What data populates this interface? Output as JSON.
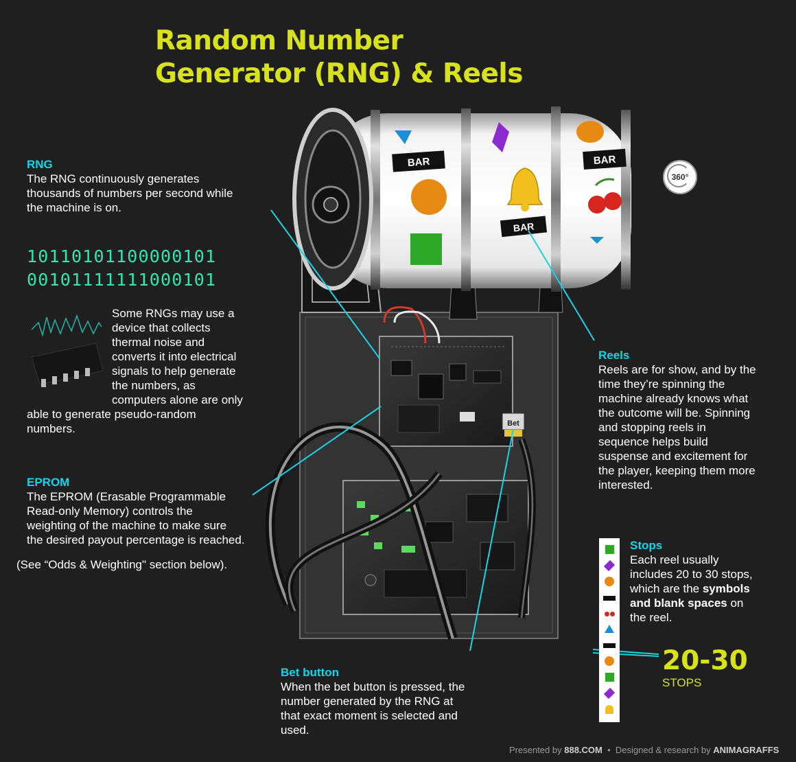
{
  "title": {
    "line1": "Random Number",
    "line2": "Generator (RNG) & Reels"
  },
  "badge": {
    "label": "360°",
    "icon": "rotate-360-icon"
  },
  "rng": {
    "heading": "RNG",
    "text_lines": [
      "The RNG continuously generates",
      "thousands of numbers per second while",
      "the machine is on."
    ]
  },
  "binary": {
    "line1": "10110101100000101",
    "line2": "00101111111000101"
  },
  "thermal": {
    "text_lines": [
      "Some RNGs may use a",
      "device that collects",
      "thermal noise and",
      "converts it into electrical",
      "signals to help generate",
      "the numbers, as",
      "computers alone are only"
    ],
    "text_tail": [
      "able to generate pseudo-random",
      "numbers."
    ]
  },
  "eprom": {
    "heading": "EPROM",
    "text_lines": [
      "The EPROM (Erasable Programmable",
      "Read-only Memory) controls the",
      "weighting of the machine to make sure",
      "the desired payout percentage is reached."
    ],
    "note": "(See “Odds & Weighting\" section below)."
  },
  "reels": {
    "heading": "Reels",
    "text_lines": [
      "Reels are for show, and by the",
      "time they’re spinning the",
      "machine already knows what",
      "the outcome will be. Spinning",
      "and stopping reels in",
      "sequence helps build",
      "suspense and excitement for",
      "the player, keeping them more",
      "interested."
    ]
  },
  "stops": {
    "heading": "Stops",
    "line1": "Each reel usually",
    "line2": "includes 20 to 30 stops,",
    "line3_pre": "which are the ",
    "line3_bold": "symbols",
    "line4_bold": "and blank spaces",
    "line4_post": " on",
    "line5": "the reel.",
    "big_number": "20-30",
    "big_unit": "STOPS",
    "strip_symbols": [
      "square",
      "diamond",
      "circle",
      "bar",
      "cherry",
      "triangle",
      "bar",
      "circle",
      "square",
      "diamond",
      "bell"
    ]
  },
  "bet": {
    "heading": "Bet button",
    "text_lines": [
      "When the bet button is pressed, the",
      "number generated by the RNG at",
      "that exact moment is selected and",
      "used."
    ]
  },
  "reel_labels": {
    "bar": "BAR",
    "button": "Bet"
  },
  "footer": {
    "presented_by": "Presented by",
    "brand": "888.COM",
    "separator": "•",
    "designed": "Designed & research by",
    "studio": "ANIMAGRAFFS"
  },
  "colors": {
    "title": "#d8e21b",
    "heading": "#17d4e6",
    "binary": "#2fe8b0",
    "background": "#1f1f1f",
    "callout_line": "#17d4e6"
  }
}
